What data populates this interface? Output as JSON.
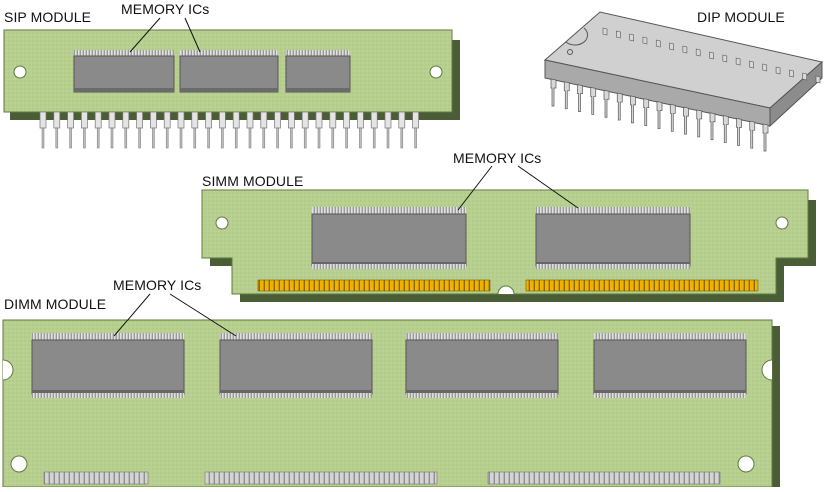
{
  "labels": {
    "sip_title": "SIP MODULE",
    "sip_ic_callout": "MEMORY ICs",
    "dip_title": "DIP MODULE",
    "simm_title": "SIMM MODULE",
    "simm_ic_callout": "MEMORY ICs",
    "dimm_title": "DIMM MODULE",
    "dimm_ic_callout": "MEMORY ICs"
  },
  "colors": {
    "pcb": "#b7d08f",
    "pcb_edge": "#6f8a4c",
    "pcb_shadow": "#4b5d36",
    "chip": "#8a8a8a",
    "chip_dark": "#5e5e5e",
    "chip_pins": "#d6d6d6",
    "gold_contact": "#f0b000",
    "silver_contact": "#c9c9c9",
    "dip_body": "#b9b9b9",
    "dip_top": "#cfcfcf"
  }
}
